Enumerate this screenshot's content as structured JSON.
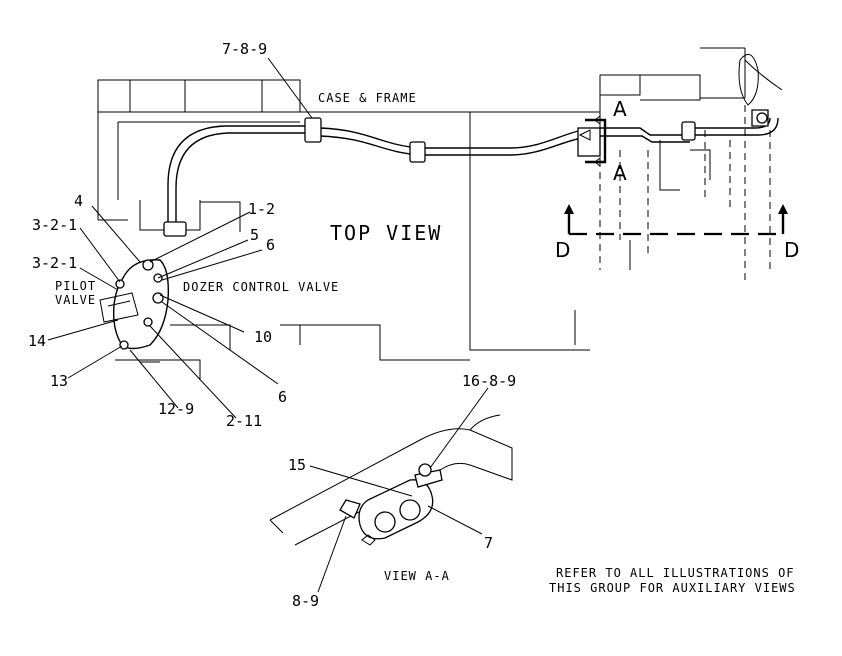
{
  "views": {
    "main_title": "TOP VIEW",
    "detail_title": "VIEW A-A"
  },
  "labels": {
    "case_frame": "CASE & FRAME",
    "dozer_control_valve": "DOZER CONTROL VALVE",
    "pilot_valve_line1": "PILOT",
    "pilot_valve_line2": "VALVE"
  },
  "section_marks": {
    "a_upper": "A",
    "a_lower": "A",
    "d_left": "D",
    "d_right": "D"
  },
  "callouts": {
    "c_7_8_9": "7-8-9",
    "c_4": "4",
    "c_1_2": "1-2",
    "c_5": "5",
    "c_6_top": "6",
    "c_3_2_1_top": "3-2-1",
    "c_3_2_1_bottom": "3-2-1",
    "c_14": "14",
    "c_13": "13",
    "c_12_9": "12-9",
    "c_2_11": "2-11",
    "c_6_bottom": "6",
    "c_10": "10",
    "c_16_8_9": "16-8-9",
    "c_15": "15",
    "c_7": "7",
    "c_8_9": "8-9"
  },
  "note": {
    "line1": "REFER TO ALL ILLUSTRATIONS OF",
    "line2": "THIS GROUP FOR AUXILIARY VIEWS"
  }
}
